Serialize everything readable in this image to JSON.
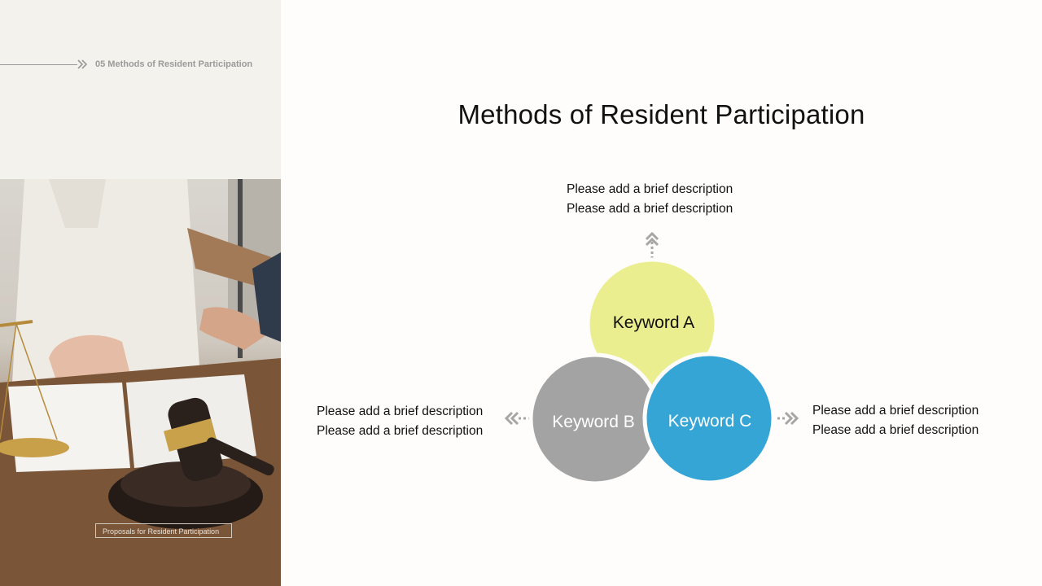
{
  "breadcrumb": {
    "text": "05 Methods of Resident Participation",
    "icon": "double-chevron-right-icon"
  },
  "photo": {
    "caption": "Proposals for Resident Participation"
  },
  "title": "Methods of Resident Participation",
  "descriptions": {
    "top": [
      "Please add a brief description",
      "Please add a brief description"
    ],
    "left": [
      "Please add a brief description",
      "Please add a brief description"
    ],
    "right": [
      "Please add a brief description",
      "Please add a brief description"
    ]
  },
  "keywords": {
    "a": {
      "label": "Keyword A",
      "color": "#eaee8e"
    },
    "b": {
      "label": "Keyword B",
      "color": "#a3a3a3"
    },
    "c": {
      "label": "Keyword C",
      "color": "#35a5d6"
    }
  },
  "colors": {
    "accent_gray": "#9a9a9a",
    "arrow": "#a6a6a6",
    "panel": "#f3f2ec"
  }
}
